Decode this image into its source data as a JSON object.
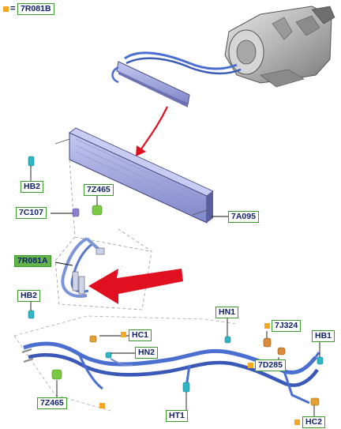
{
  "header": {
    "legend_code": "7R081B",
    "legend_equals": "="
  },
  "labels": {
    "hb2_top": "HB2",
    "c7z465_top": "7Z465",
    "c7c107": "7C107",
    "c7a095": "7A095",
    "c7r081a": "7R081A",
    "hb2_mid": "HB2",
    "hn1": "HN1",
    "c7j324": "7J324",
    "hb1": "HB1",
    "hc1": "HC1",
    "hn2": "HN2",
    "c7d285": "7D285",
    "c7z465_bottom": "7Z465",
    "ht1": "HT1",
    "hc2": "HC2"
  },
  "colors": {
    "label_border": "#3a9a2c",
    "label_fill_highlight": "#64b24a",
    "label_text": "#10206a",
    "marker": "#f5a623",
    "pipe": "#4a6fd0",
    "cooler": "#9aa0dc",
    "arrow": "#e01020"
  }
}
